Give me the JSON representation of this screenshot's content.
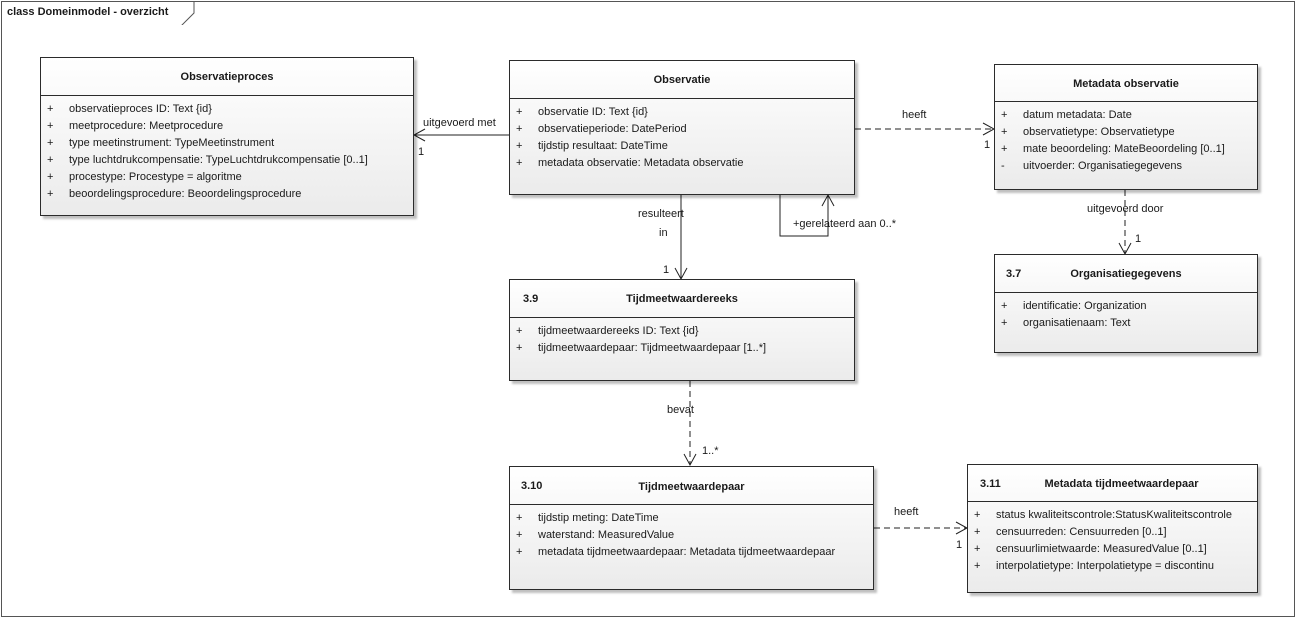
{
  "diagram_title": "class Domeinmodel - overzicht",
  "classes": {
    "observatieproces": {
      "name": "Observatieproces",
      "number": "",
      "attributes": [
        {
          "vis": "+",
          "text": "observatieproces ID: Text {id}"
        },
        {
          "vis": "+",
          "text": "meetprocedure: Meetprocedure"
        },
        {
          "vis": "+",
          "text": "type meetinstrument: TypeMeetinstrument"
        },
        {
          "vis": "+",
          "text": "type luchtdrukcompensatie: TypeLuchtdrukcompensatie [0..1]"
        },
        {
          "vis": "+",
          "text": "procestype: Procestype = algoritme"
        },
        {
          "vis": "+",
          "text": "beoordelingsprocedure: Beoordelingsprocedure"
        }
      ]
    },
    "observatie": {
      "name": "Observatie",
      "number": "",
      "attributes": [
        {
          "vis": "+",
          "text": "observatie ID: Text {id}"
        },
        {
          "vis": "+",
          "text": "observatieperiode: DatePeriod"
        },
        {
          "vis": "+",
          "text": "tijdstip resultaat: DateTime"
        },
        {
          "vis": "+",
          "text": "metadata observatie: Metadata observatie"
        }
      ]
    },
    "metadata_observatie": {
      "name": "Metadata observatie",
      "number": "",
      "attributes": [
        {
          "vis": "+",
          "text": "datum metadata: Date"
        },
        {
          "vis": "+",
          "text": "observatietype: Observatietype"
        },
        {
          "vis": "+",
          "text": "mate beoordeling: MateBeoordeling [0..1]"
        },
        {
          "vis": "-",
          "text": "uitvoerder: Organisatiegegevens"
        }
      ]
    },
    "organisatiegegevens": {
      "name": "Organisatiegegevens",
      "number": "3.7",
      "attributes": [
        {
          "vis": "+",
          "text": "identificatie: Organization"
        },
        {
          "vis": "+",
          "text": "organisatienaam: Text"
        }
      ]
    },
    "tijdmeetwaardereeks": {
      "name": "Tijdmeetwaardereeks",
      "number": "3.9",
      "attributes": [
        {
          "vis": "+",
          "text": "tijdmeetwaardereeks ID: Text {id}"
        },
        {
          "vis": "+",
          "text": "tijdmeetwaardepaar: Tijdmeetwaardepaar [1..*]"
        }
      ]
    },
    "tijdmeetwaardepaar": {
      "name": "Tijdmeetwaardepaar",
      "number": "3.10",
      "attributes": [
        {
          "vis": "+",
          "text": "tijdstip meting: DateTime"
        },
        {
          "vis": "+",
          "text": "waterstand: MeasuredValue"
        },
        {
          "vis": "+",
          "text": "metadata tijdmeetwaardepaar: Metadata tijdmeetwaardepaar"
        }
      ]
    },
    "metadata_tijdmeetwaardepaar": {
      "name": "Metadata tijdmeetwaardepaar",
      "number": "3.11",
      "attributes": [
        {
          "vis": "+",
          "text": "status kwaliteitscontrole:StatusKwaliteitscontrole"
        },
        {
          "vis": "+",
          "text": "censuurreden: Censuurreden [0..1]"
        },
        {
          "vis": "+",
          "text": "censuurlimietwaarde: MeasuredValue [0..1]"
        },
        {
          "vis": "+",
          "text": "interpolatietype: Interpolatietype = discontinu"
        }
      ]
    }
  },
  "associations": {
    "uitgevoerd_met": {
      "label": "uitgevoerd met",
      "multiplicity": "1"
    },
    "heeft_metadata": {
      "label": "heeft",
      "multiplicity": "1"
    },
    "uitgevoerd_door": {
      "label": "uitgevoerd door",
      "multiplicity": "1"
    },
    "resulteert_in": {
      "label_line1": "resulteert",
      "label_line2": "in",
      "multiplicity": "1"
    },
    "gerelateerd": {
      "label": "+gerelateerd aan 0..*"
    },
    "bevat": {
      "label": "bevat",
      "multiplicity": "1..*"
    },
    "heeft_meta_paar": {
      "label": "heeft",
      "multiplicity": "1"
    }
  }
}
